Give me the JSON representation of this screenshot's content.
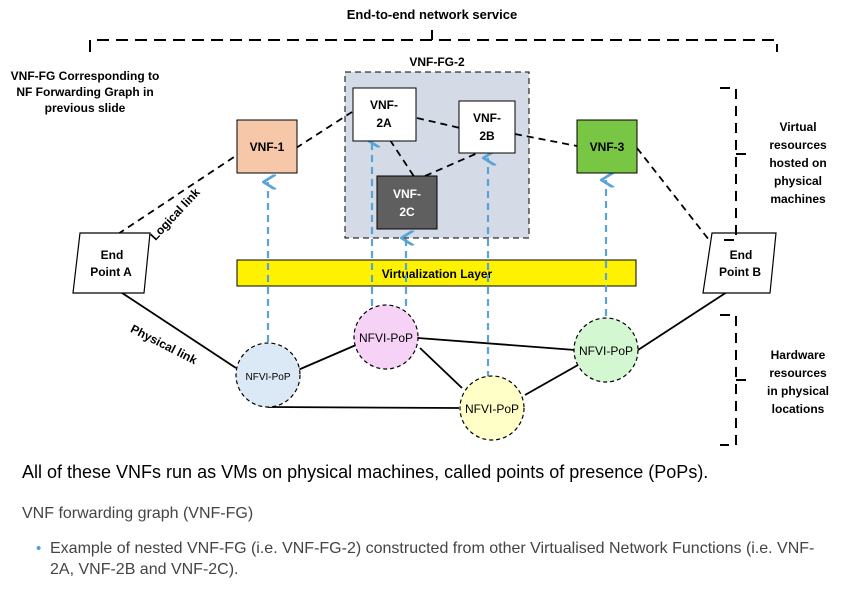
{
  "diagram": {
    "top_label": "End-to-end network service",
    "fg_label_lines": [
      "VNF-FG Corresponding to",
      "NF Forwarding Graph in",
      "previous slide"
    ],
    "fg2_label": "VNF-FG-2",
    "vnf1": "VNF-1",
    "vnf2a": [
      "VNF-",
      "2A"
    ],
    "vnf2b": [
      "VNF-",
      "2B"
    ],
    "vnf2c": [
      "VNF-",
      "2C"
    ],
    "vnf3": "VNF-3",
    "endpoint_a": [
      "End",
      "Point A"
    ],
    "endpoint_b": [
      "End",
      "Point B"
    ],
    "virtualization_layer": "Virtualization Layer",
    "logical_link": "Logical link",
    "physical_link": "Physical link",
    "nfvi_pop": "NFVI-PoP",
    "virtual_resources": [
      "Virtual",
      "resources",
      "hosted on",
      "physical",
      "machines"
    ],
    "hardware_resources": [
      "Hardware",
      "resources",
      "in physical",
      "locations"
    ]
  },
  "caption": "All of these VNFs run as VMs on physical machines, called points of presence (PoPs).",
  "subheading": "VNF forwarding graph (VNF-FG)",
  "bullet": "Example of nested VNF-FG (i.e. VNF-FG-2) constructed from other Virtualised Network Functions (i.e. VNF-2A, VNF-2B and VNF-2C).",
  "colors": {
    "vnf1": "#f6c7a8",
    "vnf3": "#79c544",
    "vnf2c": "#5f5f5f",
    "fg2_box": "#d4dae6",
    "virtualization_layer": "#fff200",
    "pop_blue": "#dbe8f5",
    "pop_pink": "#f7d2f7",
    "pop_yellow": "#ffffc7",
    "pop_green": "#d3f7d0",
    "arrow": "#5aa3d6"
  }
}
